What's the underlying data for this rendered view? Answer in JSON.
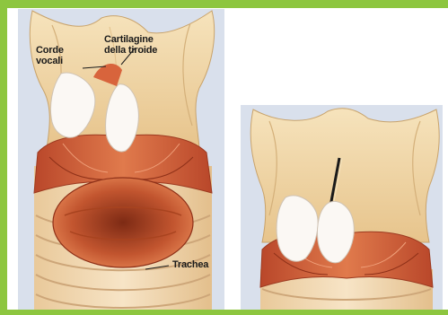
{
  "colors": {
    "frame": "#8dc63f",
    "cartilage": "#f1d9a8",
    "muscle": "#cf5a35",
    "vocal_cord": "#fbf8f4",
    "background_tint": "#d9e0ec"
  },
  "labels": {
    "vocal_cords_line1": "Corde",
    "vocal_cords_line2": "vocali",
    "thyroid_line1": "Cartilagine",
    "thyroid_line2": "della tiroide",
    "trachea": "Trachea"
  },
  "figures": [
    {
      "view": "open-larynx"
    },
    {
      "view": "closed-larynx"
    }
  ]
}
